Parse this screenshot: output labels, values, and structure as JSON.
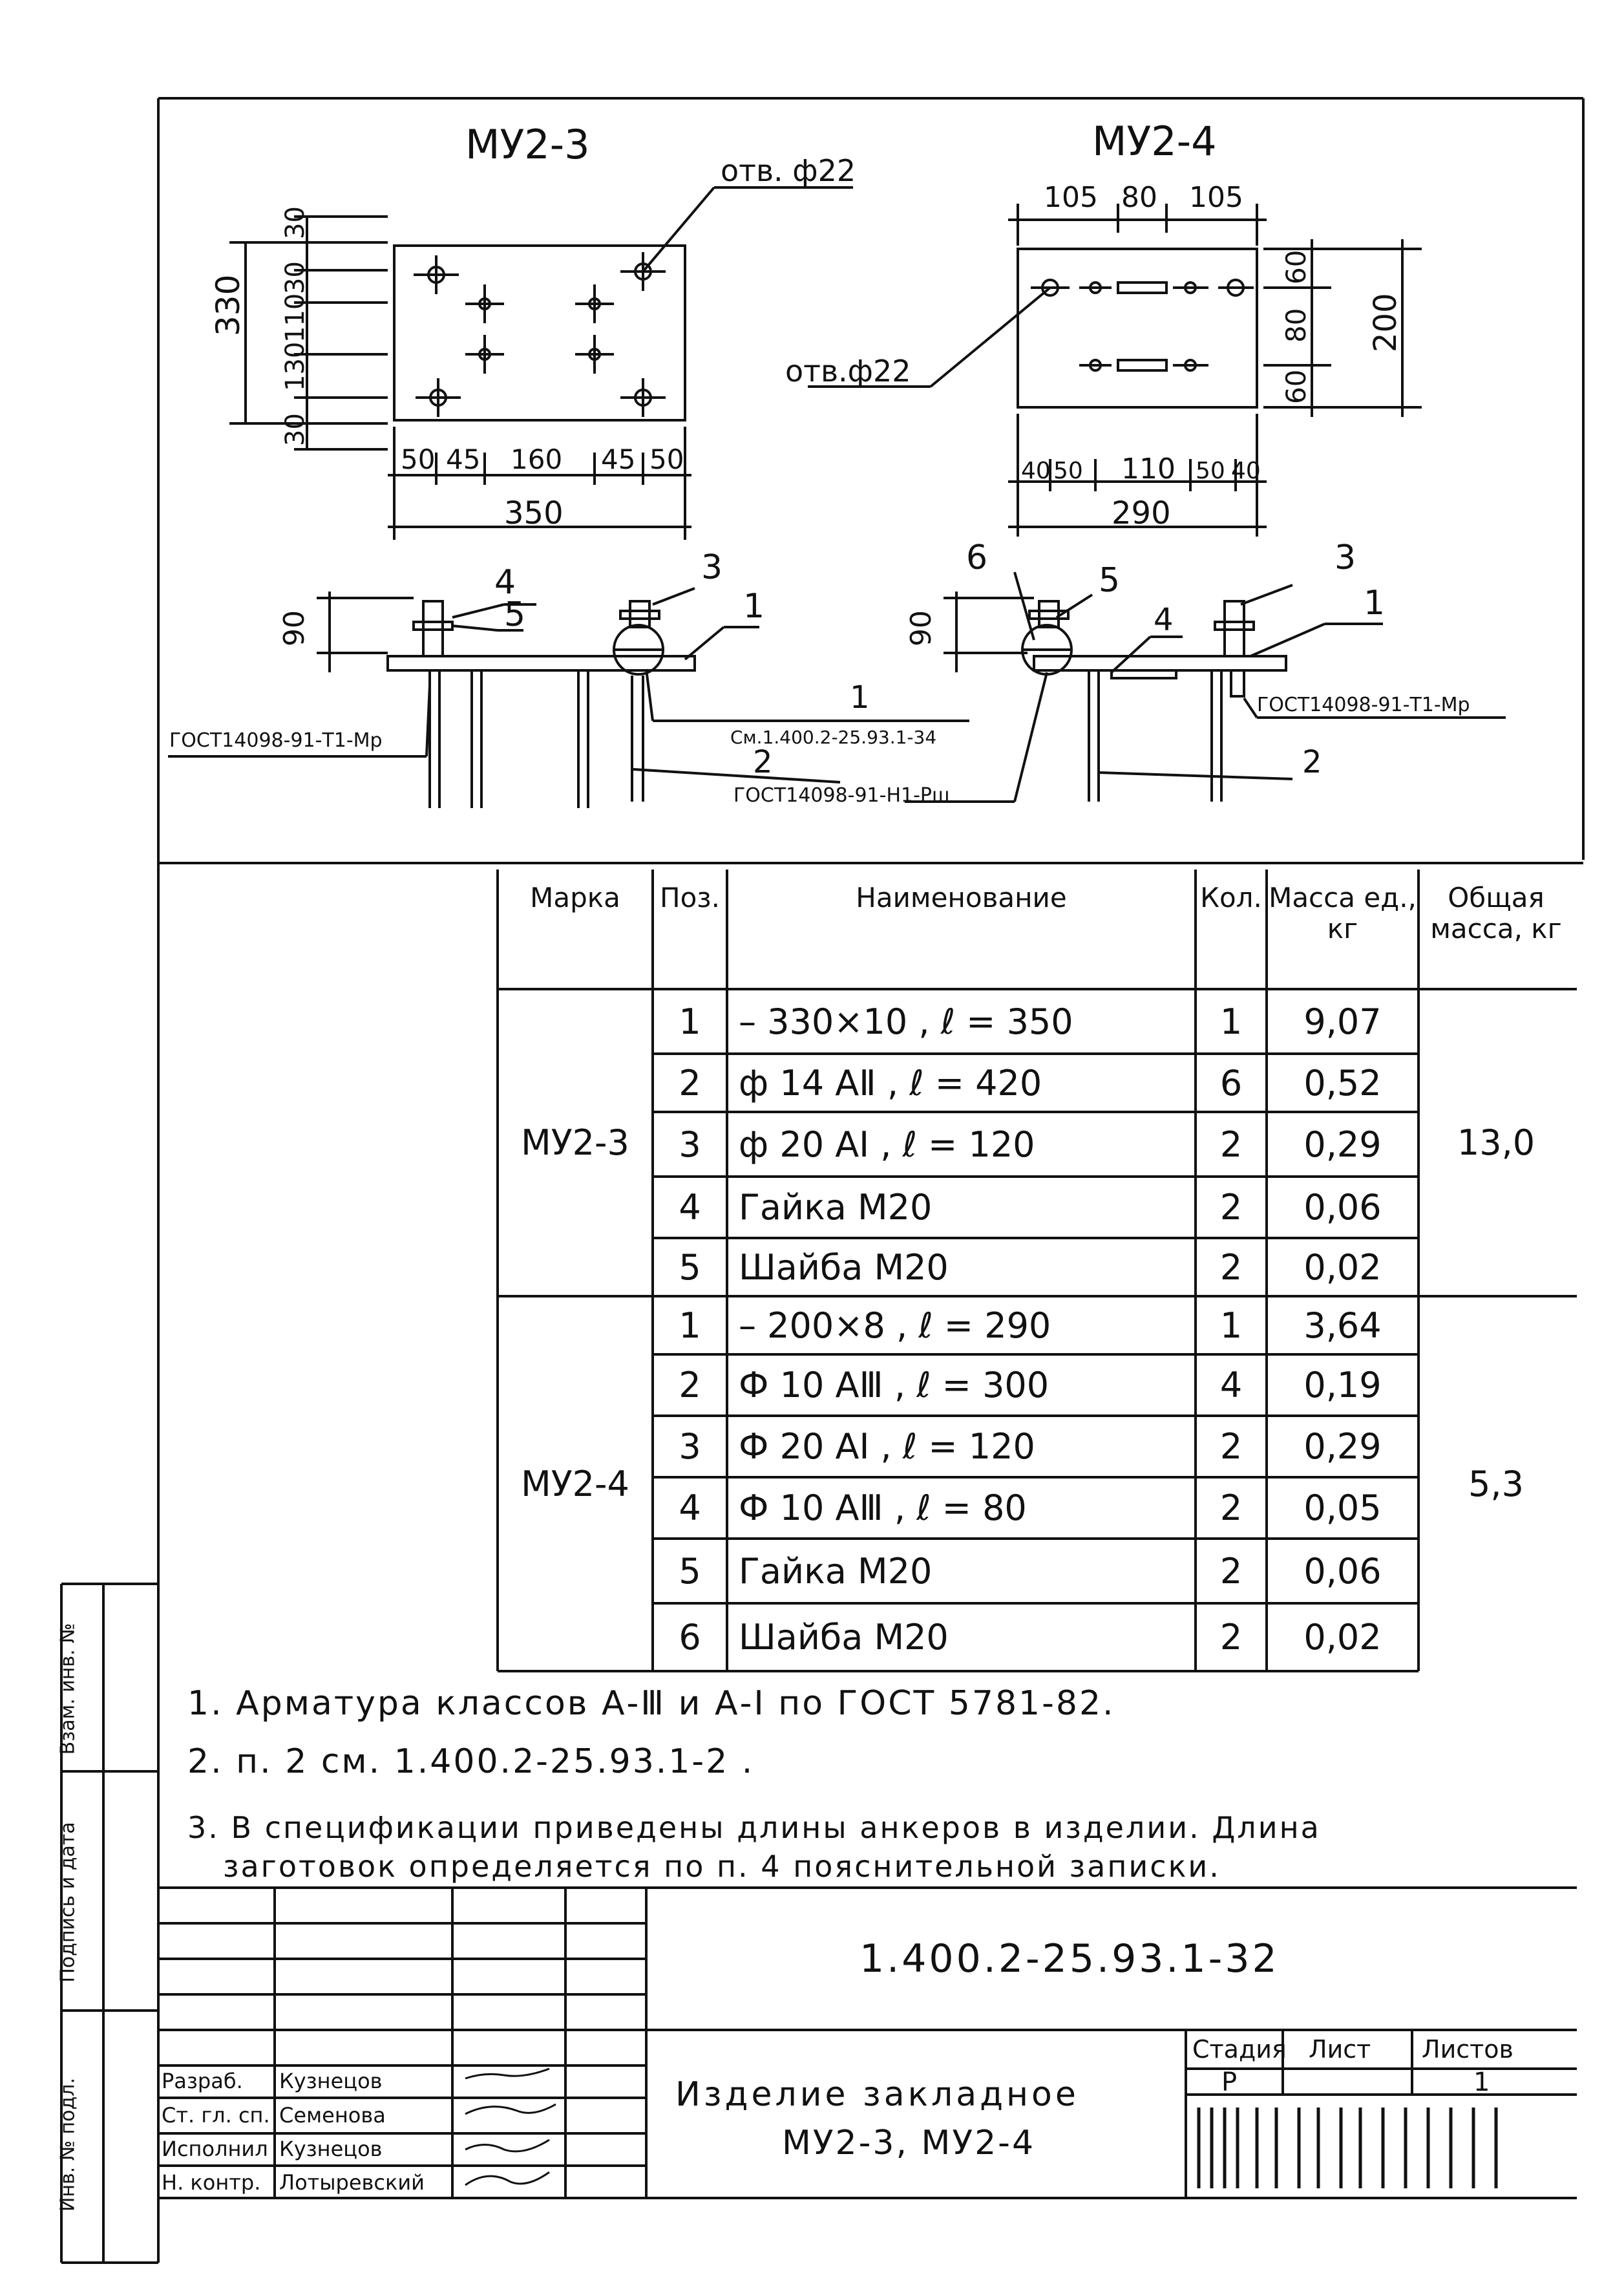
{
  "drawing": {
    "mu23_title": "МУ2-3",
    "mu24_title": "МУ2-4",
    "hole_label_left": "отв. ф22",
    "hole_label_right": "отв.ф22",
    "mu23_dims": {
      "height_total": "330",
      "v_segments": [
        "30",
        "30",
        "110",
        "130",
        "30"
      ],
      "h_segments": [
        "50",
        "45",
        "160",
        "45",
        "50"
      ],
      "width_total": "350",
      "bolt_height": "90"
    },
    "mu24_dims": {
      "top_segments": [
        "105",
        "80",
        "105"
      ],
      "v_segments": [
        "60",
        "80",
        "60"
      ],
      "height_total": "200",
      "h_segments": [
        "40",
        "50",
        "110",
        "50",
        "40"
      ],
      "width_total": "290",
      "bolt_height": "90"
    },
    "positions": [
      "1",
      "2",
      "3",
      "4",
      "5",
      "6"
    ],
    "gost_left": "ГОСТ14098-91-Т1-Мр",
    "gost_right": "ГОСТ14098-91-Т1-Мр",
    "gost_bottom": "ГОСТ14098-91-Н1-Рш",
    "ref_see": "См.1.400.2-25.93.1-34"
  },
  "table": {
    "headers": {
      "mark": "Марка",
      "pos": "Поз.",
      "name": "Наименование",
      "qty": "Кол.",
      "mass_unit": "Масса ед., кг",
      "mass_total": "Общая масса, кг"
    },
    "groups": [
      {
        "mark": "МУ2-3",
        "total": "13,0",
        "rows": [
          {
            "pos": "1",
            "name": "– 330×10 , ℓ = 350",
            "qty": "1",
            "mass": "9,07"
          },
          {
            "pos": "2",
            "name": "ф 14 АⅡ , ℓ = 420",
            "qty": "6",
            "mass": "0,52"
          },
          {
            "pos": "3",
            "name": "ф 20 АⅠ , ℓ = 120",
            "qty": "2",
            "mass": "0,29"
          },
          {
            "pos": "4",
            "name": "Гайка М20",
            "qty": "2",
            "mass": "0,06"
          },
          {
            "pos": "5",
            "name": "Шайба М20",
            "qty": "2",
            "mass": "0,02"
          }
        ]
      },
      {
        "mark": "МУ2-4",
        "total": "5,3",
        "rows": [
          {
            "pos": "1",
            "name": "– 200×8 , ℓ = 290",
            "qty": "1",
            "mass": "3,64"
          },
          {
            "pos": "2",
            "name": "Ф 10 АⅢ , ℓ = 300",
            "qty": "4",
            "mass": "0,19"
          },
          {
            "pos": "3",
            "name": "Ф 20 АⅠ , ℓ = 120",
            "qty": "2",
            "mass": "0,29"
          },
          {
            "pos": "4",
            "name": "Ф 10 АⅢ , ℓ = 80",
            "qty": "2",
            "mass": "0,05"
          },
          {
            "pos": "5",
            "name": "Гайка М20",
            "qty": "2",
            "mass": "0,06"
          },
          {
            "pos": "6",
            "name": "Шайба М20",
            "qty": "2",
            "mass": "0,02"
          }
        ]
      }
    ]
  },
  "notes": [
    "1. Арматура классов А-Ⅲ и А-Ⅰ по ГОСТ 5781-82.",
    "2. п. 2 см. 1.400.2-25.93.1-2 .",
    "3. В спецификации приведены длины анкеров в изделии. Длина",
    "заготовок определяется по п. 4 пояснительной записки."
  ],
  "title_block": {
    "doc_code": "1.400.2-25.93.1-32",
    "title_line1": "Изделие закладное",
    "title_line2": "МУ2-3, МУ2-4",
    "stage_label": "Стадия",
    "sheet_label": "Лист",
    "sheets_label": "Листов",
    "stage_value": "Р",
    "sheet_value": "1",
    "roles": [
      "Разраб.",
      "Ст. гл. сп.",
      "Исполнил",
      "Н. контр."
    ],
    "names": [
      "Кузнецов",
      "Семенова",
      "Кузнецов",
      "Лотыревский"
    ]
  },
  "side_stamp": {
    "inv_swap": "Взам. инв. №",
    "sign_date": "Подпись и дата",
    "inv_orig": "Инв. № подл."
  }
}
